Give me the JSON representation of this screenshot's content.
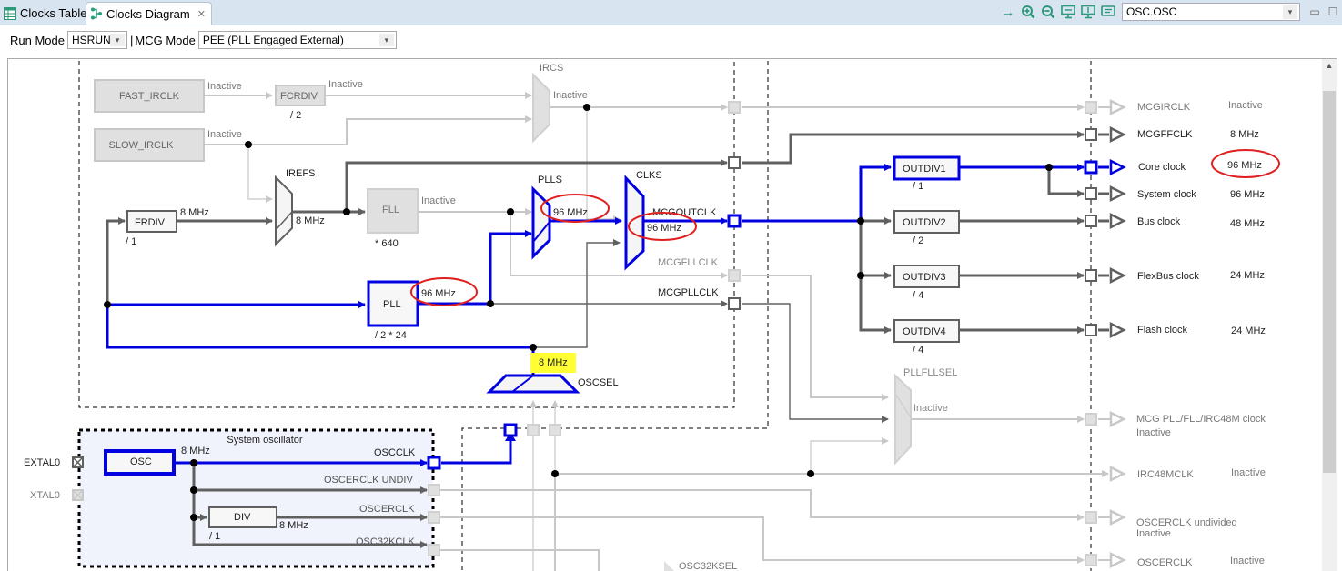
{
  "tabs": [
    {
      "label": "Clocks Table",
      "icon": "table-icon",
      "active": false
    },
    {
      "label": "Clocks Diagram",
      "icon": "diagram-icon",
      "active": true,
      "close_icon": "close-icon"
    }
  ],
  "toolbar": {
    "buttons": [
      "arrow-right-icon",
      "zoom-in-icon",
      "zoom-out-icon",
      "fit-width-icon",
      "fit-height-icon",
      "comment-icon"
    ],
    "selector_value": "OSC.OSC",
    "window_buttons": [
      "minimize-icon",
      "maximize-icon"
    ]
  },
  "modebar": {
    "run_mode_label": "Run Mode",
    "run_mode_value": "HSRUN",
    "separator": "|",
    "mcg_mode_label": "MCG Mode",
    "mcg_mode_value": "PEE (PLL Engaged External)"
  },
  "diagram": {
    "colors": {
      "active": "#0000e0",
      "enabled": "#606060",
      "inactive": "#c8c8c8",
      "highlight": "#ffff33",
      "annotation": "#e02020"
    },
    "fast_irclk": {
      "label": "FAST_IRCLK",
      "freq": "Inactive"
    },
    "fcrdiv": {
      "label": "FCRDIV",
      "divider": "/ 2",
      "freq": "Inactive"
    },
    "slow_irclk": {
      "label": "SLOW_IRCLK",
      "freq": "Inactive"
    },
    "ircs": {
      "label": "IRCS",
      "freq": "Inactive"
    },
    "irefs": {
      "label": "IREFS",
      "freq": "8 MHz"
    },
    "frdiv": {
      "label": "FRDIV",
      "divider": "/ 1",
      "freq": "8 MHz"
    },
    "fll": {
      "label": "FLL",
      "factor": "* 640",
      "freq": "Inactive"
    },
    "pll": {
      "label": "PLL",
      "factor": "/ 2 * 24",
      "freq": "96 MHz"
    },
    "plls": {
      "label": "PLLS",
      "freq": "96 MHz"
    },
    "clks": {
      "label": "CLKS",
      "out_label": "MCGOUTCLK",
      "freq": "96 MHz"
    },
    "mcgfllclk": "MCGFLLCLK",
    "mcgpllclk": "MCGPLLCLK",
    "oscsel": {
      "label": "OSCSEL",
      "freq": "8 MHz"
    },
    "outdivs": [
      {
        "label": "OUTDIV1",
        "divider": "/ 1"
      },
      {
        "label": "OUTDIV2",
        "divider": "/ 2"
      },
      {
        "label": "OUTDIV3",
        "divider": "/ 4"
      },
      {
        "label": "OUTDIV4",
        "divider": "/ 4"
      }
    ],
    "pllfllsel": {
      "label": "PLLFLLSEL",
      "freq": "Inactive"
    },
    "outputs": [
      {
        "name": "MCGIRCLK",
        "freq": "Inactive"
      },
      {
        "name": "MCGFFCLK",
        "freq": "8 MHz"
      },
      {
        "name": "Core clock",
        "freq": "96 MHz"
      },
      {
        "name": "System clock",
        "freq": "96 MHz"
      },
      {
        "name": "Bus clock",
        "freq": "48 MHz"
      },
      {
        "name": "FlexBus clock",
        "freq": "24 MHz"
      },
      {
        "name": "Flash clock",
        "freq": "24 MHz"
      },
      {
        "name": "MCG PLL/FLL/IRC48M clock",
        "freq": "Inactive"
      },
      {
        "name": "IRC48MCLK",
        "freq": "Inactive"
      },
      {
        "name": "OSCERCLK undivided",
        "freq": "Inactive"
      },
      {
        "name": "OSCERCLK",
        "freq": "Inactive"
      }
    ],
    "system_oscillator": {
      "title": "System oscillator",
      "osc": {
        "label": "OSC",
        "freq": "8 MHz"
      },
      "pins": [
        "EXTAL0",
        "XTAL0"
      ],
      "oscclk": "OSCCLK",
      "oscerclk_undiv": "OSCERCLK UNDIV",
      "div": {
        "label": "DIV",
        "divider": "/ 1",
        "freq": "8 MHz"
      },
      "oscerclk": "OSCERCLK",
      "osc32kclk": "OSC32KCLK"
    },
    "osc32ksel": {
      "label": "OSC32KSEL"
    }
  }
}
